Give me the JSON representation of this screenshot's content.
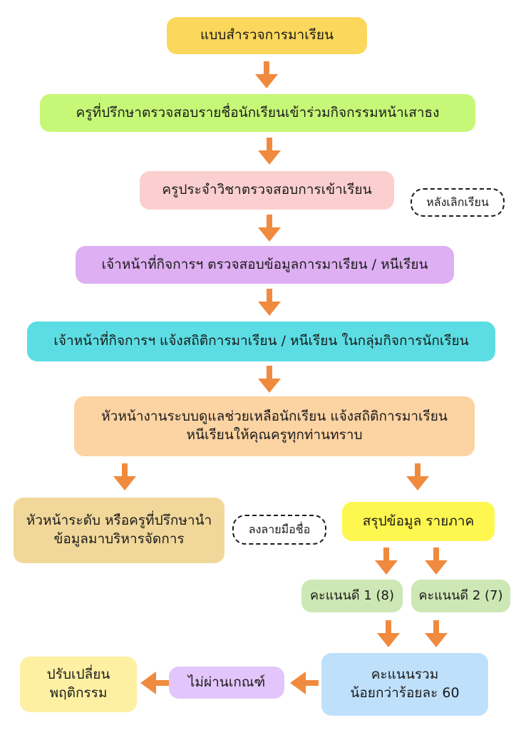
{
  "colors": {
    "arrow": "#f08a3e",
    "yellow": "#fbd75b",
    "green": "#c6f777",
    "pink": "#fbcfcf",
    "purple": "#deaff2",
    "cyan": "#5cdde3",
    "peach": "#fcd3a2",
    "khaki": "#f1d89a",
    "bright_yellow": "#fef74f",
    "sage": "#cde7b5",
    "light_blue": "#bfe0fb",
    "pale_yellow": "#fef0a2",
    "lavender": "#e2c6fb"
  },
  "nodes": {
    "n1": "แบบสำรวจการมาเรียน",
    "n2": "ครูที่ปรึกษาตรวจสอบรายชื่อนักเรียนเข้าร่วมกิจกรรมหน้าเสาธง",
    "n3": "ครูประจำวิชาตรวจสอบการเข้าเรียน",
    "n3_tag": "หลังเลิกเรียน",
    "n4": "เจ้าหน้าที่กิจการฯ ตรวจสอบข้อมูลการมาเรียน / หนีเรียน",
    "n5": "เจ้าหน้าที่กิจการฯ แจ้งสถิติการมาเรียน / หนีเรียน ในกลุ่มกิจการนักเรียน",
    "n6_line1": "หัวหน้างานระบบดูแลช่วยเหลือนักเรียน แจ้งสถิติการมาเรียน",
    "n6_line2": "หนีเรียนให้คุณครูทุกท่านทราบ",
    "n7_line1": "หัวหน้าระดับ หรือครูที่ปรึกษานำ",
    "n7_line2": "ข้อมูลมาบริหารจัดการ",
    "n7_tag": "ลงลายมือชื่อ",
    "n8": "สรุปข้อมูล รายภาค",
    "n9a": "คะแนนดี 1 (8)",
    "n9b": "คะแนนดี 2 (7)",
    "n10_line1": "คะแนนรวม",
    "n10_line2": "น้อยกว่าร้อยละ 60",
    "n11": "ไม่ผ่านเกณฑ์",
    "n12_line1": "ปรับเปลี่ยน",
    "n12_line2": "พฤติกรรม"
  }
}
